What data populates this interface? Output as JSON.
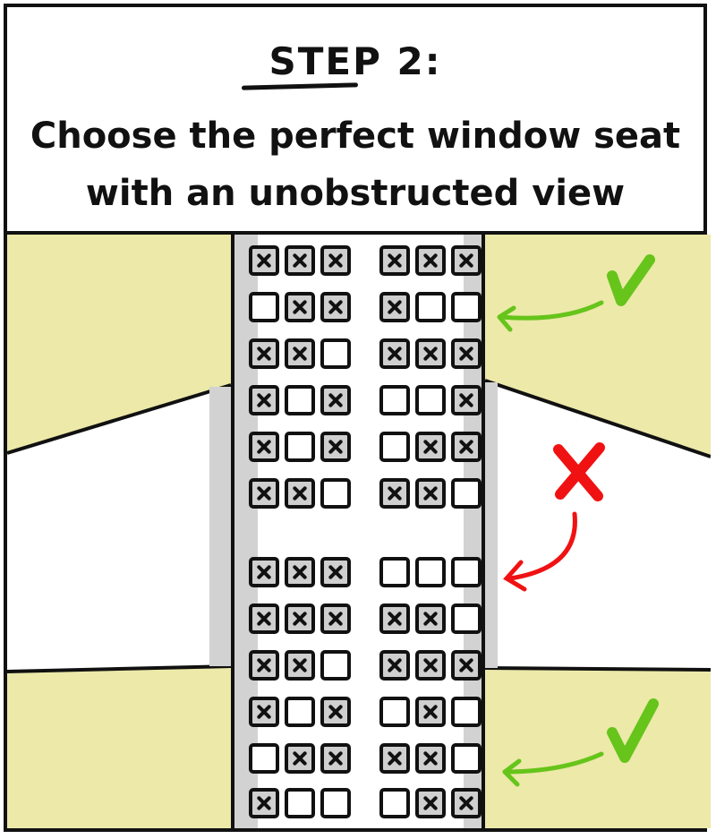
{
  "header": {
    "step_title": "STEP 2:",
    "caption_line1": "Choose the perfect window seat",
    "caption_line2": "with an unobstructed view"
  },
  "colors": {
    "outline": "#111111",
    "wall_yellow": "#ece9a9",
    "aisle_gray": "#d2d2d2",
    "occupied_seat": "#cfcfcf",
    "check_green": "#66c41a",
    "cross_red": "#f01212"
  },
  "annotations": [
    {
      "type": "check-icon",
      "meaning": "good window seat",
      "color": "#66c41a"
    },
    {
      "type": "cross-icon",
      "meaning": "obstructed by wing",
      "color": "#f01212"
    },
    {
      "type": "check-icon",
      "meaning": "good window seat",
      "color": "#66c41a"
    }
  ],
  "seat_map": {
    "legend": {
      "X": "occupied",
      "O": "empty"
    },
    "rows": [
      {
        "left": [
          "X",
          "X",
          "X"
        ],
        "right": [
          "X",
          "X",
          "X"
        ]
      },
      {
        "left": [
          "O",
          "X",
          "X"
        ],
        "right": [
          "X",
          "O",
          "O"
        ]
      },
      {
        "left": [
          "X",
          "X",
          "O"
        ],
        "right": [
          "X",
          "X",
          "X"
        ]
      },
      {
        "left": [
          "X",
          "O",
          "X"
        ],
        "right": [
          "O",
          "O",
          "X"
        ]
      },
      {
        "left": [
          "X",
          "O",
          "X"
        ],
        "right": [
          "O",
          "X",
          "X"
        ]
      },
      {
        "left": [
          "X",
          "X",
          "O"
        ],
        "right": [
          "X",
          "X",
          "O"
        ]
      },
      {
        "left": [
          "X",
          "X",
          "X"
        ],
        "right": [
          "O",
          "O",
          "O"
        ]
      },
      {
        "left": [
          "X",
          "X",
          "X"
        ],
        "right": [
          "X",
          "X",
          "O"
        ]
      },
      {
        "left": [
          "X",
          "X",
          "O"
        ],
        "right": [
          "X",
          "X",
          "X"
        ]
      },
      {
        "left": [
          "X",
          "O",
          "X"
        ],
        "right": [
          "O",
          "X",
          "O"
        ]
      },
      {
        "left": [
          "O",
          "X",
          "X"
        ],
        "right": [
          "X",
          "X",
          "O"
        ]
      },
      {
        "left": [
          "X",
          "O",
          "O"
        ],
        "right": [
          "O",
          "X",
          "X"
        ]
      }
    ]
  }
}
